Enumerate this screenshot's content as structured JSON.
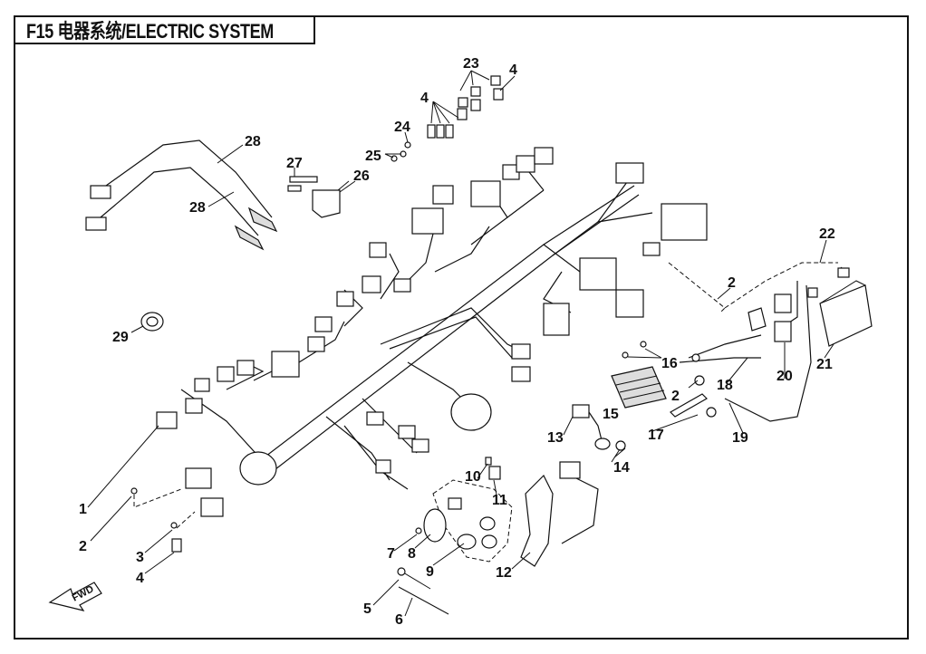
{
  "header": {
    "title": "F15  电器系统/ELECTRIC SYSTEM"
  },
  "direction_marker": {
    "label": "FWD"
  },
  "callouts": [
    {
      "id": "c1",
      "label": "1"
    },
    {
      "id": "c2a",
      "label": "2"
    },
    {
      "id": "c2b",
      "label": "2"
    },
    {
      "id": "c2c",
      "label": "2"
    },
    {
      "id": "c3",
      "label": "3"
    },
    {
      "id": "c4a",
      "label": "4"
    },
    {
      "id": "c4b",
      "label": "4"
    },
    {
      "id": "c4c",
      "label": "4"
    },
    {
      "id": "c5",
      "label": "5"
    },
    {
      "id": "c6",
      "label": "6"
    },
    {
      "id": "c7",
      "label": "7"
    },
    {
      "id": "c8",
      "label": "8"
    },
    {
      "id": "c9",
      "label": "9"
    },
    {
      "id": "c10",
      "label": "10"
    },
    {
      "id": "c11",
      "label": "11"
    },
    {
      "id": "c12",
      "label": "12"
    },
    {
      "id": "c13",
      "label": "13"
    },
    {
      "id": "c14",
      "label": "14"
    },
    {
      "id": "c15",
      "label": "15"
    },
    {
      "id": "c16",
      "label": "16"
    },
    {
      "id": "c17",
      "label": "17"
    },
    {
      "id": "c18",
      "label": "18"
    },
    {
      "id": "c19",
      "label": "19"
    },
    {
      "id": "c20",
      "label": "20"
    },
    {
      "id": "c21",
      "label": "21"
    },
    {
      "id": "c22",
      "label": "22"
    },
    {
      "id": "c23",
      "label": "23"
    },
    {
      "id": "c24",
      "label": "24"
    },
    {
      "id": "c25",
      "label": "25"
    },
    {
      "id": "c26",
      "label": "26"
    },
    {
      "id": "c27",
      "label": "27"
    },
    {
      "id": "c28a",
      "label": "28"
    },
    {
      "id": "c28b",
      "label": "28"
    },
    {
      "id": "c29",
      "label": "29"
    }
  ]
}
